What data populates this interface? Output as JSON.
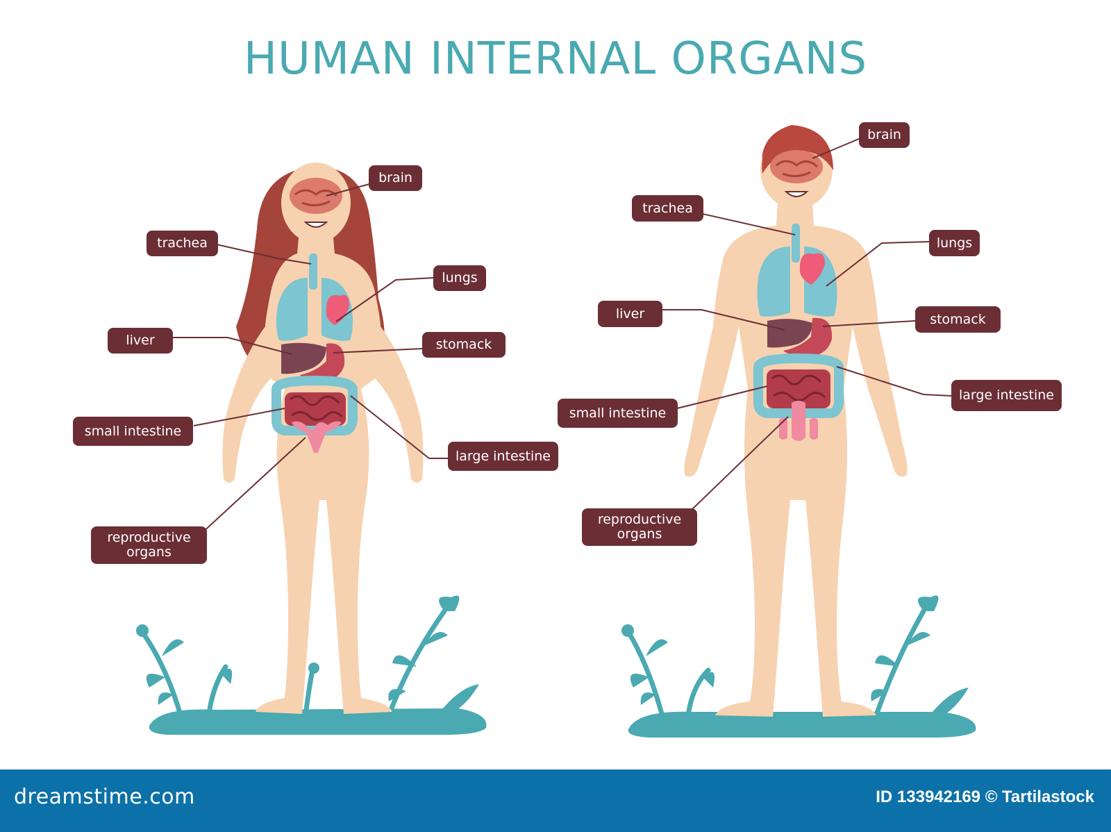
{
  "title": "HUMAN INTERNAL ORGANS",
  "colors": {
    "title": "#4aa9b1",
    "label_bg": "#6b2e35",
    "skin": "#f7d2b0",
    "hair_female": "#a4443a",
    "hair_male": "#b9483e",
    "brain": "#dc7a6b",
    "lungs": "#7cc5d1",
    "heart": "#ee5c77",
    "liver": "#7b4452",
    "stomach": "#c44857",
    "large_intestine": "#7cc5d1",
    "small_intestine": "#b33c4a",
    "reproductive": "#f08aa0",
    "plants": "#4aa9b1",
    "footer": "#0c71a8"
  },
  "figures": {
    "female": {
      "labels": {
        "brain": "brain",
        "trachea": "trachea",
        "lungs": "lungs",
        "liver": "liver",
        "stomach": "stomack",
        "small_intestine": "small intestine",
        "large_intestine": "large intestine",
        "reproductive": "reproductive\norgans"
      }
    },
    "male": {
      "labels": {
        "brain": "brain",
        "trachea": "trachea",
        "lungs": "lungs",
        "liver": "liver",
        "stomach": "stomack",
        "small_intestine": "small intestine",
        "large_intestine": "large intestine",
        "reproductive": "reproductive\norgans"
      }
    }
  },
  "footer": {
    "site": "dreamstime.com",
    "credit": "ID 133942169 © Tartilastock"
  }
}
